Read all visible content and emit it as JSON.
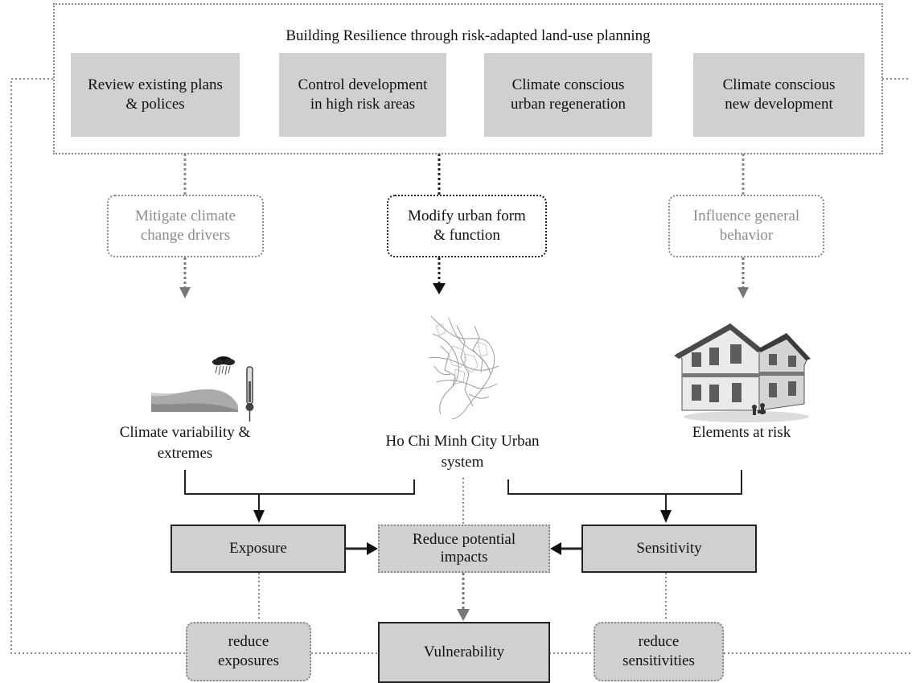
{
  "top_frame": {
    "title": "Building Resilience through risk-adapted land-use planning",
    "actions": [
      "Review existing plans & polices",
      "Control development in high risk areas",
      "Climate conscious urban regeneration",
      "Climate conscious new development"
    ]
  },
  "drivers": {
    "mitigate": "Mitigate climate change drivers",
    "modify": "Modify urban form & function",
    "influence": "Influence general behavior"
  },
  "icons": {
    "climate": "climate-weather-icon",
    "city": "city-map-icon",
    "house": "house-icon"
  },
  "components": {
    "climate": "Climate variability & extremes",
    "city": "Ho Chi Minh City Urban system",
    "elements": "Elements at risk"
  },
  "analysis": {
    "exposure": "Exposure",
    "reduce_impacts": "Reduce potential impacts",
    "sensitivity": "Sensitivity"
  },
  "bottom": {
    "reduce_exposures": "reduce exposures",
    "vulnerability": "Vulnerability",
    "reduce_sensitivities": "reduce sensitivities"
  },
  "colors": {
    "box_fill": "#d0d0d0",
    "muted_text": "#8c8c8c",
    "line_dark": "#222222",
    "line_grey": "#8a8a8a"
  }
}
